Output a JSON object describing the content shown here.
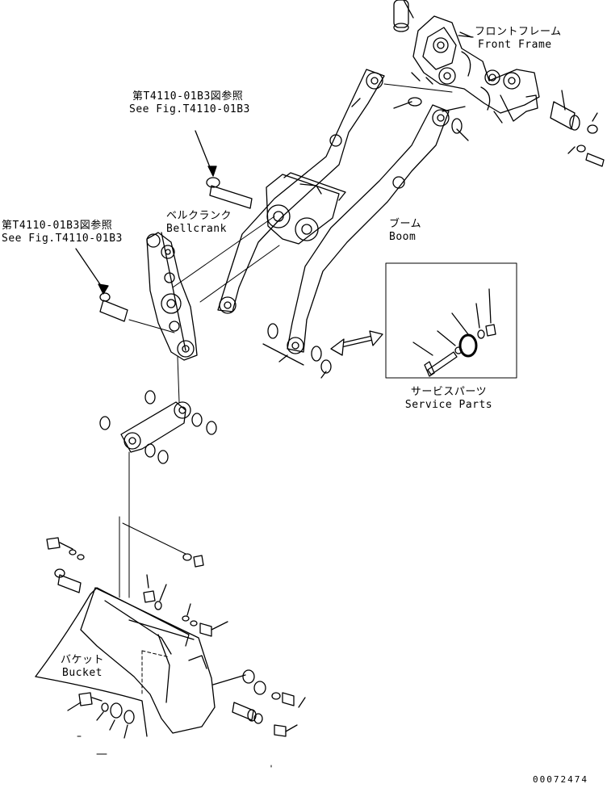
{
  "labels": {
    "front_frame": {
      "jp": "フロントフレーム",
      "en": "Front Frame"
    },
    "ref_upper": {
      "jp": "第T4110-01B3図参照",
      "en": "See Fig.T4110-01B3"
    },
    "ref_left": {
      "jp": "第T4110-01B3図参照",
      "en": "See Fig.T4110-01B3"
    },
    "bellcrank": {
      "jp": "ベルクランク",
      "en": "Bellcrank"
    },
    "boom": {
      "jp": "ブーム",
      "en": "Boom"
    },
    "service_parts": {
      "jp": "サービスパーツ",
      "en": "Service Parts"
    },
    "bucket": {
      "jp": "バケット",
      "en": "Bucket"
    }
  },
  "document_number": "00072474",
  "colors": {
    "ink": "#000000",
    "paper": "#ffffff"
  }
}
